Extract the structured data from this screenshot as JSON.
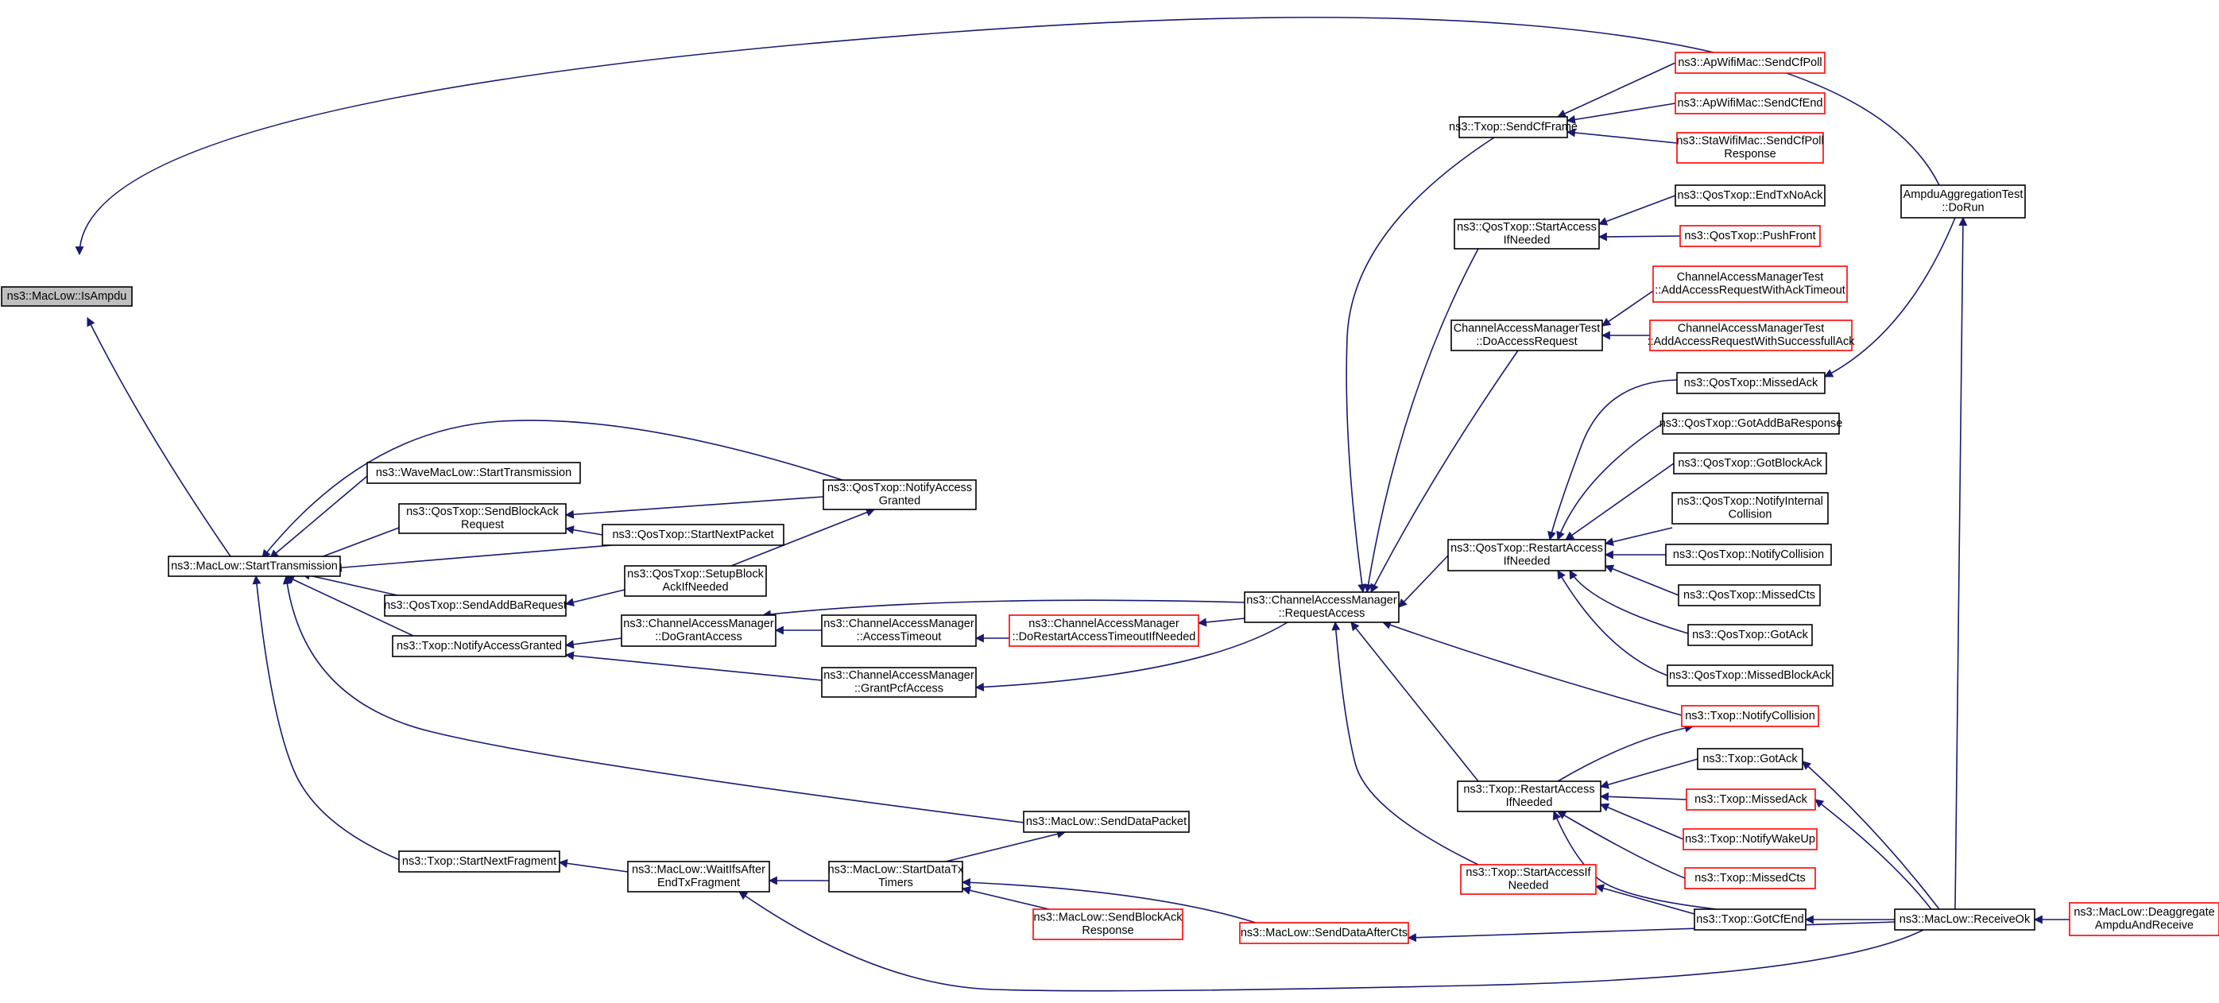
{
  "graph": {
    "title": "",
    "edge_color": "#191970",
    "link_node_border": "#ff0000",
    "normal_node_border": "#000000",
    "root_node_fill": "#bfbfbf",
    "nodes": [
      {
        "id": "ismpdu",
        "lines": [
          "ns3::MacLow::IsAmpdu"
        ],
        "style": "root"
      },
      {
        "id": "starttx",
        "lines": [
          "ns3::MacLow::StartTransmission"
        ],
        "style": "normal"
      },
      {
        "id": "wavestarttx",
        "lines": [
          "ns3::WaveMacLow::StartTransmission"
        ],
        "style": "normal"
      },
      {
        "id": "sendblockack",
        "lines": [
          "ns3::QosTxop::SendBlockAck",
          "Request"
        ],
        "style": "normal"
      },
      {
        "id": "sendaddba",
        "lines": [
          "ns3::QosTxop::SendAddBaRequest"
        ],
        "style": "normal"
      },
      {
        "id": "txopnotifygranted",
        "lines": [
          "ns3::Txop::NotifyAccessGranted"
        ],
        "style": "normal"
      },
      {
        "id": "startnextfrag",
        "lines": [
          "ns3::Txop::StartNextFragment"
        ],
        "style": "normal"
      },
      {
        "id": "qosnotifygranted",
        "lines": [
          "ns3::QosTxop::NotifyAccess",
          "Granted"
        ],
        "style": "normal"
      },
      {
        "id": "qosstartnext",
        "lines": [
          "ns3::QosTxop::StartNextPacket"
        ],
        "style": "normal"
      },
      {
        "id": "setupblockack",
        "lines": [
          "ns3::QosTxop::SetupBlock",
          "AckIfNeeded"
        ],
        "style": "normal"
      },
      {
        "id": "dogrant",
        "lines": [
          "ns3::ChannelAccessManager",
          "::DoGrantAccess"
        ],
        "style": "normal"
      },
      {
        "id": "accesstimeout",
        "lines": [
          "ns3::ChannelAccessManager",
          "::AccessTimeout"
        ],
        "style": "normal"
      },
      {
        "id": "dorestart",
        "lines": [
          "ns3::ChannelAccessManager",
          "::DoRestartAccessTimeoutIfNeeded"
        ],
        "style": "link"
      },
      {
        "id": "grantpcf",
        "lines": [
          "ns3::ChannelAccessManager",
          "::GrantPcfAccess"
        ],
        "style": "normal"
      },
      {
        "id": "requestaccess",
        "lines": [
          "ns3::ChannelAccessManager",
          "::RequestAccess"
        ],
        "style": "normal"
      },
      {
        "id": "senddatapacket",
        "lines": [
          "ns3::MacLow::SendDataPacket"
        ],
        "style": "normal"
      },
      {
        "id": "waitifs",
        "lines": [
          "ns3::MacLow::WaitIfsAfter",
          "EndTxFragment"
        ],
        "style": "normal"
      },
      {
        "id": "startdatatx",
        "lines": [
          "ns3::MacLow::StartDataTx",
          "Timers"
        ],
        "style": "normal"
      },
      {
        "id": "sendblockackresp",
        "lines": [
          "ns3::MacLow::SendBlockAck",
          "Response"
        ],
        "style": "link"
      },
      {
        "id": "senddataaftercts",
        "lines": [
          "ns3::MacLow::SendDataAfterCts"
        ],
        "style": "link"
      },
      {
        "id": "sendcfframe",
        "lines": [
          "ns3::Txop::SendCfFrame"
        ],
        "style": "normal"
      },
      {
        "id": "apsendcfpoll",
        "lines": [
          "ns3::ApWifiMac::SendCfPoll"
        ],
        "style": "link"
      },
      {
        "id": "apsendcfend",
        "lines": [
          "ns3::ApWifiMac::SendCfEnd"
        ],
        "style": "link"
      },
      {
        "id": "stasendcfpoll",
        "lines": [
          "ns3::StaWifiMac::SendCfPoll",
          "Response"
        ],
        "style": "link"
      },
      {
        "id": "qosstartaccess",
        "lines": [
          "ns3::QosTxop::StartAccess",
          "IfNeeded"
        ],
        "style": "normal"
      },
      {
        "id": "endtxnoack",
        "lines": [
          "ns3::QosTxop::EndTxNoAck"
        ],
        "style": "normal"
      },
      {
        "id": "pushfront",
        "lines": [
          "ns3::QosTxop::PushFront"
        ],
        "style": "link"
      },
      {
        "id": "doaccessrequest",
        "lines": [
          "ChannelAccessManagerTest",
          "::DoAccessRequest"
        ],
        "style": "normal"
      },
      {
        "id": "addackto",
        "lines": [
          "ChannelAccessManagerTest",
          "::AddAccessRequestWithAckTimeout"
        ],
        "style": "link"
      },
      {
        "id": "addsuccack",
        "lines": [
          "ChannelAccessManagerTest",
          "::AddAccessRequestWithSuccessfullAck"
        ],
        "style": "link"
      },
      {
        "id": "ampdutest",
        "lines": [
          "AmpduAggregationTest",
          "::DoRun"
        ],
        "style": "normal"
      },
      {
        "id": "qosmissedack",
        "lines": [
          "ns3::QosTxop::MissedAck"
        ],
        "style": "normal"
      },
      {
        "id": "gotaddba",
        "lines": [
          "ns3::QosTxop::GotAddBaResponse"
        ],
        "style": "normal"
      },
      {
        "id": "gotblockack",
        "lines": [
          "ns3::QosTxop::GotBlockAck"
        ],
        "style": "normal"
      },
      {
        "id": "notifyinternal",
        "lines": [
          "ns3::QosTxop::NotifyInternal",
          "Collision"
        ],
        "style": "normal"
      },
      {
        "id": "qosrestart",
        "lines": [
          "ns3::QosTxop::RestartAccess",
          "IfNeeded"
        ],
        "style": "normal"
      },
      {
        "id": "qosnotifycoll",
        "lines": [
          "ns3::QosTxop::NotifyCollision"
        ],
        "style": "normal"
      },
      {
        "id": "qosmissedcts",
        "lines": [
          "ns3::QosTxop::MissedCts"
        ],
        "style": "normal"
      },
      {
        "id": "qosgotack",
        "lines": [
          "ns3::QosTxop::GotAck"
        ],
        "style": "normal"
      },
      {
        "id": "qosmissedblockack",
        "lines": [
          "ns3::QosTxop::MissedBlockAck"
        ],
        "style": "normal"
      },
      {
        "id": "txopnotifycoll",
        "lines": [
          "ns3::Txop::NotifyCollision"
        ],
        "style": "link"
      },
      {
        "id": "txopgotack",
        "lines": [
          "ns3::Txop::GotAck"
        ],
        "style": "normal"
      },
      {
        "id": "txoprestart",
        "lines": [
          "ns3::Txop::RestartAccess",
          "IfNeeded"
        ],
        "style": "normal"
      },
      {
        "id": "txopmissedack",
        "lines": [
          "ns3::Txop::MissedAck"
        ],
        "style": "link"
      },
      {
        "id": "txopwakeup",
        "lines": [
          "ns3::Txop::NotifyWakeUp"
        ],
        "style": "link"
      },
      {
        "id": "txopmissedcts",
        "lines": [
          "ns3::Txop::MissedCts"
        ],
        "style": "link"
      },
      {
        "id": "txopstartaccess",
        "lines": [
          "ns3::Txop::StartAccessIf",
          "Needed"
        ],
        "style": "link"
      },
      {
        "id": "gotcfend",
        "lines": [
          "ns3::Txop::GotCfEnd"
        ],
        "style": "normal"
      },
      {
        "id": "receiveok",
        "lines": [
          "ns3::MacLow::ReceiveOk"
        ],
        "style": "normal"
      },
      {
        "id": "deaggregate",
        "lines": [
          "ns3::MacLow::Deaggregate",
          "AmpduAndReceive"
        ],
        "style": "link"
      }
    ]
  }
}
